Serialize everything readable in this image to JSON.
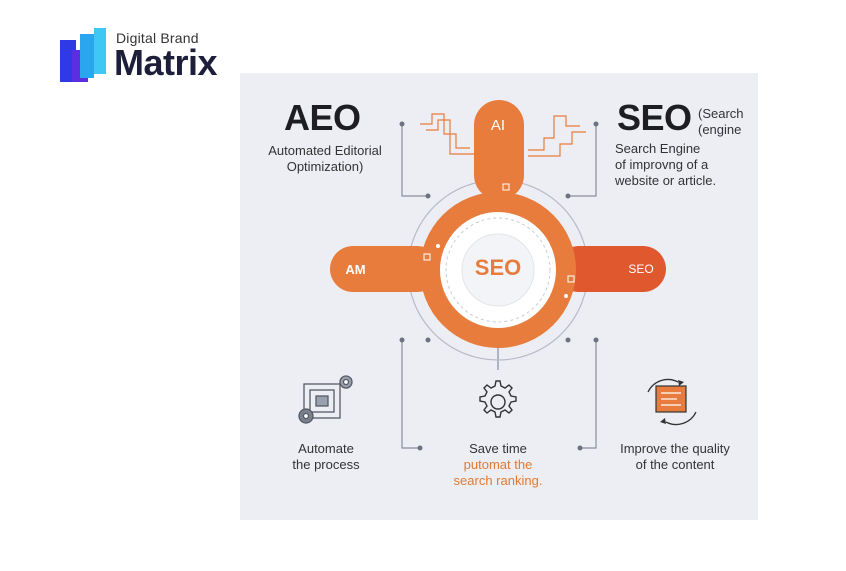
{
  "logo": {
    "small_text": "Digital Brand",
    "big_text": "Matrix"
  },
  "aeo": {
    "title": "AEO",
    "line1": "Automated Editorial",
    "line2": "Optimization)"
  },
  "seo": {
    "title": "SEO",
    "paren1": "(Search",
    "paren2": "(engine",
    "line1": "Search Engine",
    "line2": "of improvng of a",
    "line3": "website or article."
  },
  "nodes": {
    "top": "AI",
    "left": "AM",
    "right": "SEO",
    "center": "SEO"
  },
  "captions": {
    "left": {
      "line1": "Automate",
      "line2": "the process"
    },
    "middle": {
      "line1": "Save time",
      "line2": "putomat the",
      "line3": "search ranking."
    },
    "right": {
      "line1": "Improve the quality",
      "line2": "of the content"
    }
  },
  "icons": {
    "left": "gears-automation-icon",
    "middle": "gear-icon",
    "right": "content-document-icon"
  },
  "colors": {
    "orange": "#e87c3c",
    "dark_orange": "#e0582e",
    "panel": "#eceef4",
    "logo_blue": "#2f39e6",
    "logo_cyan": "#3fb4f0"
  }
}
